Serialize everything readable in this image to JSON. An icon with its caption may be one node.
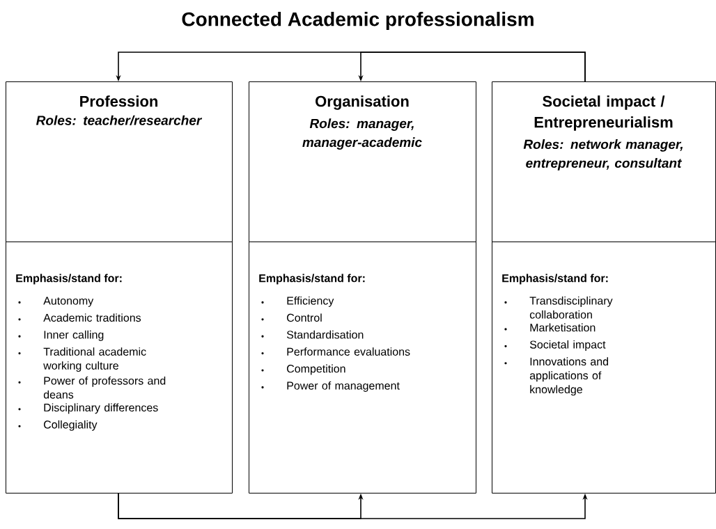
{
  "diagram": {
    "title": "Connected Academic professionalism",
    "nodes": [
      {
        "text": [
          "Profession",
          "Roles: teacher/researcher"
        ]
      },
      {
        "text": [
          "Emphasis/stand for:",
          "Autonomy",
          "Academic traditions",
          "Inner calling",
          "Traditional academic working culture",
          "Power of professors and deans",
          "Disciplinary differences",
          "Collegiality"
        ]
      },
      {
        "text": [
          "Organisation",
          "Roles: manager, manager-academic"
        ]
      },
      {
        "text": [
          "Emphasis/stand for:",
          "Efficiency",
          "Control",
          "Standardisation",
          "Performance evaluations",
          "Competition",
          "Power of management"
        ]
      },
      {
        "text": [
          "Societal impact / Entrepreneurialism",
          "Roles: network manager, entrepreneur, consultant"
        ]
      },
      {
        "text": [
          "Emphasis/stand for:",
          "Transdisciplinary collaboration",
          "Marketisation",
          "Societal impact",
          "Innovations and applications of knowledge"
        ]
      }
    ],
    "edges": [
      {
        "from": 4,
        "to": 0,
        "arrow": "to"
      },
      {
        "from": 4,
        "to": 2,
        "arrow": "to"
      },
      {
        "from": 1,
        "to": 3,
        "arrow": "to"
      },
      {
        "from": 1,
        "to": 5,
        "arrow": "to"
      }
    ]
  }
}
